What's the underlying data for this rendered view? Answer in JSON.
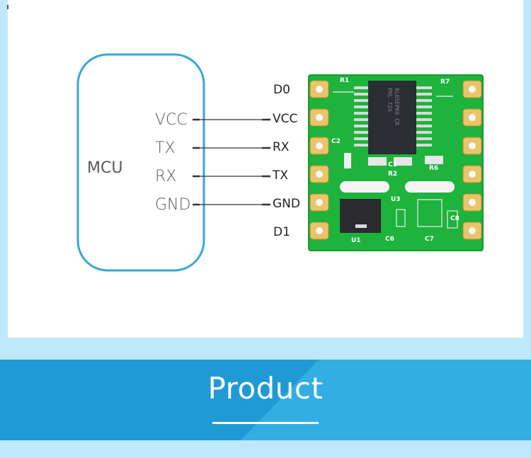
{
  "mcu": {
    "title": "MCU",
    "pins": [
      "VCC",
      "TX",
      "RX",
      "GND"
    ]
  },
  "module": {
    "pins": [
      "D0",
      "VCC",
      "RX",
      "TX",
      "GND",
      "D1"
    ]
  },
  "banner": {
    "title": "Product"
  },
  "colors": {
    "mcu_outline": "#3aa6d6",
    "pcb_green": "#1eb33c",
    "banner_dark": "#1f9ad4",
    "banner_light": "#33aee2",
    "background": "#bfe9fb"
  }
}
